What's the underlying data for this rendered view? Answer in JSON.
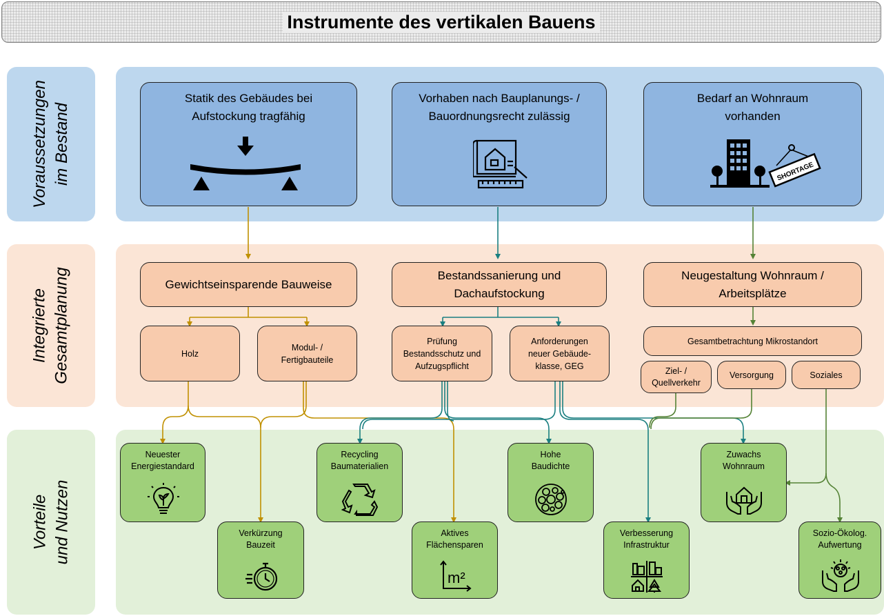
{
  "title": "Instrumente des vertikalen Bauens",
  "rows": {
    "voraussetzungen": {
      "line1": "Voraussetzungen",
      "line2": "im Bestand"
    },
    "gesamtplanung": {
      "line1": "Integrierte",
      "line2": "Gesamtplanung"
    },
    "vorteile": {
      "line1": "Vorteile",
      "line2": "und Nutzen"
    }
  },
  "prerequisites": {
    "statik": {
      "line1": "Statik des Gebäudes bei",
      "line2": "Aufstockung tragfähig"
    },
    "vorhaben": {
      "line1": "Vorhaben nach Bauplanungs- /",
      "line2": "Bauordnungsrecht zulässig"
    },
    "bedarf": {
      "line1": "Bedarf an Wohnraum",
      "line2": "vorhanden"
    },
    "shortage_sign": "SHORTAGE"
  },
  "planning": {
    "gewicht": "Gewichtseinsparende Bauweise",
    "bestand": {
      "line1": "Bestandssanierung und",
      "line2": "Dachaufstockung"
    },
    "neugestaltung": {
      "line1": "Neugestaltung Wohnraum /",
      "line2": "Arbeitsplätze"
    },
    "holz": "Holz",
    "modul": {
      "line1": "Modul- /",
      "line2": "Fertigbauteile"
    },
    "pruefung": {
      "line1": "Prüfung",
      "line2": "Bestandsschutz und",
      "line3": "Aufzugspflicht"
    },
    "anforderungen": {
      "line1": "Anforderungen",
      "line2": "neuer Gebäude-",
      "line3": "klasse, GEG"
    },
    "gesamtbetrachtung": "Gesamtbetrachtung Mikrostandort",
    "ziel": {
      "line1": "Ziel- /",
      "line2": "Quellverkehr"
    },
    "versorgung": "Versorgung",
    "soziales": "Soziales"
  },
  "benefits": {
    "energie": {
      "line1": "Neuester",
      "line2": "Energiestandard"
    },
    "bauzeit": {
      "line1": "Verkürzung",
      "line2": "Bauzeit"
    },
    "recycling": {
      "line1": "Recycling",
      "line2": "Baumaterialien"
    },
    "flaechen": {
      "line1": "Aktives",
      "line2": "Flächensparen"
    },
    "baudichte": {
      "line1": "Hohe",
      "line2": "Baudichte"
    },
    "infrastruktur": {
      "line1": "Verbesserung",
      "line2": "Infrastruktur"
    },
    "wohnraum": {
      "line1": "Zuwachs",
      "line2": "Wohnraum"
    },
    "sozio": {
      "line1": "Sozio-Ökolog.",
      "line2": "Aufwertung"
    },
    "m2_label": "m²"
  },
  "colors": {
    "blue_band": "#bdd7ee",
    "orange_band": "#fbe5d6",
    "green_band": "#e2f0d9",
    "arrow_gold": "#c09000",
    "arrow_teal": "#1a7f80",
    "arrow_green": "#548235"
  },
  "icons": [
    "beam-load-icon",
    "blueprint-icon",
    "building-shortage-icon",
    "lightbulb-icon",
    "stopwatch-icon",
    "recycle-icon",
    "density-circles-icon",
    "square-meter-icon",
    "house-hands-icon",
    "infrastructure-icon",
    "community-hands-icon"
  ]
}
